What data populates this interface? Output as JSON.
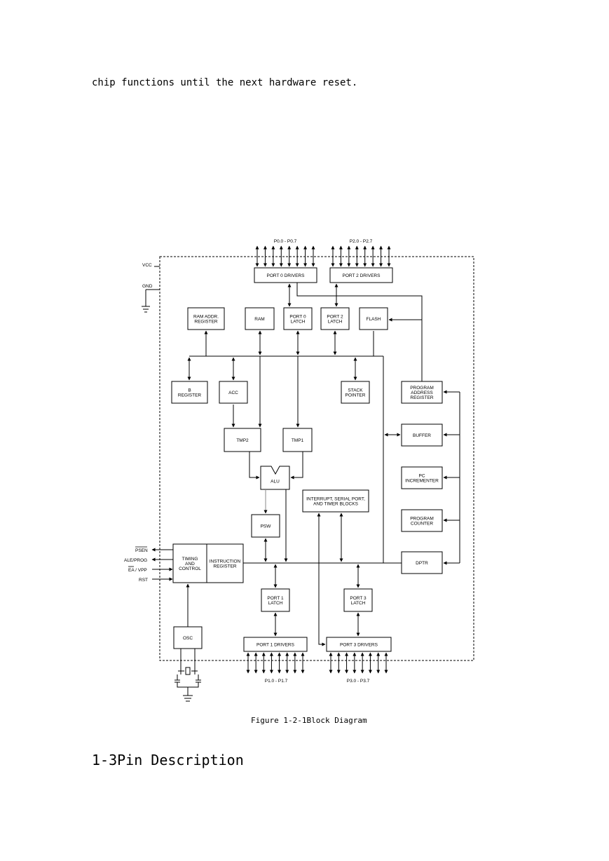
{
  "text": {
    "intro": "chip functions until the next hardware reset.",
    "caption": "Figure 1-2-1Block Diagram",
    "heading": "1-3Pin Description"
  },
  "diagram": {
    "port_labels": {
      "p0": "P0.0 - P0.7",
      "p2": "P2.0 - P2.7",
      "p1": "P1.0 - P1.7",
      "p3": "P3.0 - P3.7"
    },
    "pins": {
      "vcc": "VCC",
      "gnd": "GND",
      "psen": "PSEN",
      "ale": "ALE/PROG",
      "ea": "EA / VPP",
      "rst": "RST"
    },
    "blocks": {
      "port0_drivers": [
        "PORT 0 DRIVERS"
      ],
      "port2_drivers": [
        "PORT 2 DRIVERS"
      ],
      "ram_addr": [
        "RAM ADDR.",
        "REGISTER"
      ],
      "ram": [
        "RAM"
      ],
      "port0_latch": [
        "PORT 0",
        "LATCH"
      ],
      "port2_latch": [
        "PORT 2",
        "LATCH"
      ],
      "flash": [
        "FLASH"
      ],
      "b_register": [
        "B",
        "REGISTER"
      ],
      "acc": [
        "ACC"
      ],
      "stack_pointer": [
        "STACK",
        "POINTER"
      ],
      "program_address_register": [
        "PROGRAM",
        "ADDRESS",
        "REGISTER"
      ],
      "buffer": [
        "BUFFER"
      ],
      "pc_incrementer": [
        "PC",
        "INCREMENTER"
      ],
      "program_counter": [
        "PROGRAM",
        "COUNTER"
      ],
      "dptr": [
        "DPTR"
      ],
      "tmp2": [
        "TMP2"
      ],
      "tmp1": [
        "TMP1"
      ],
      "alu": [
        "ALU"
      ],
      "interrupt": [
        "INTERRUPT, SERIAL PORT,",
        "AND TIMER BLOCKS"
      ],
      "psw": [
        "PSW"
      ],
      "timing_control": [
        "TIMING",
        "AND",
        "CONTROL"
      ],
      "instruction_register": [
        "INSTRUCTION",
        "REGISTER"
      ],
      "port1_latch": [
        "PORT 1",
        "LATCH"
      ],
      "port3_latch": [
        "PORT 3",
        "LATCH"
      ],
      "osc": [
        "OSC"
      ],
      "port1_drivers": [
        "PORT 1 DRIVERS"
      ],
      "port3_drivers": [
        "PORT 3 DRIVERS"
      ]
    }
  }
}
